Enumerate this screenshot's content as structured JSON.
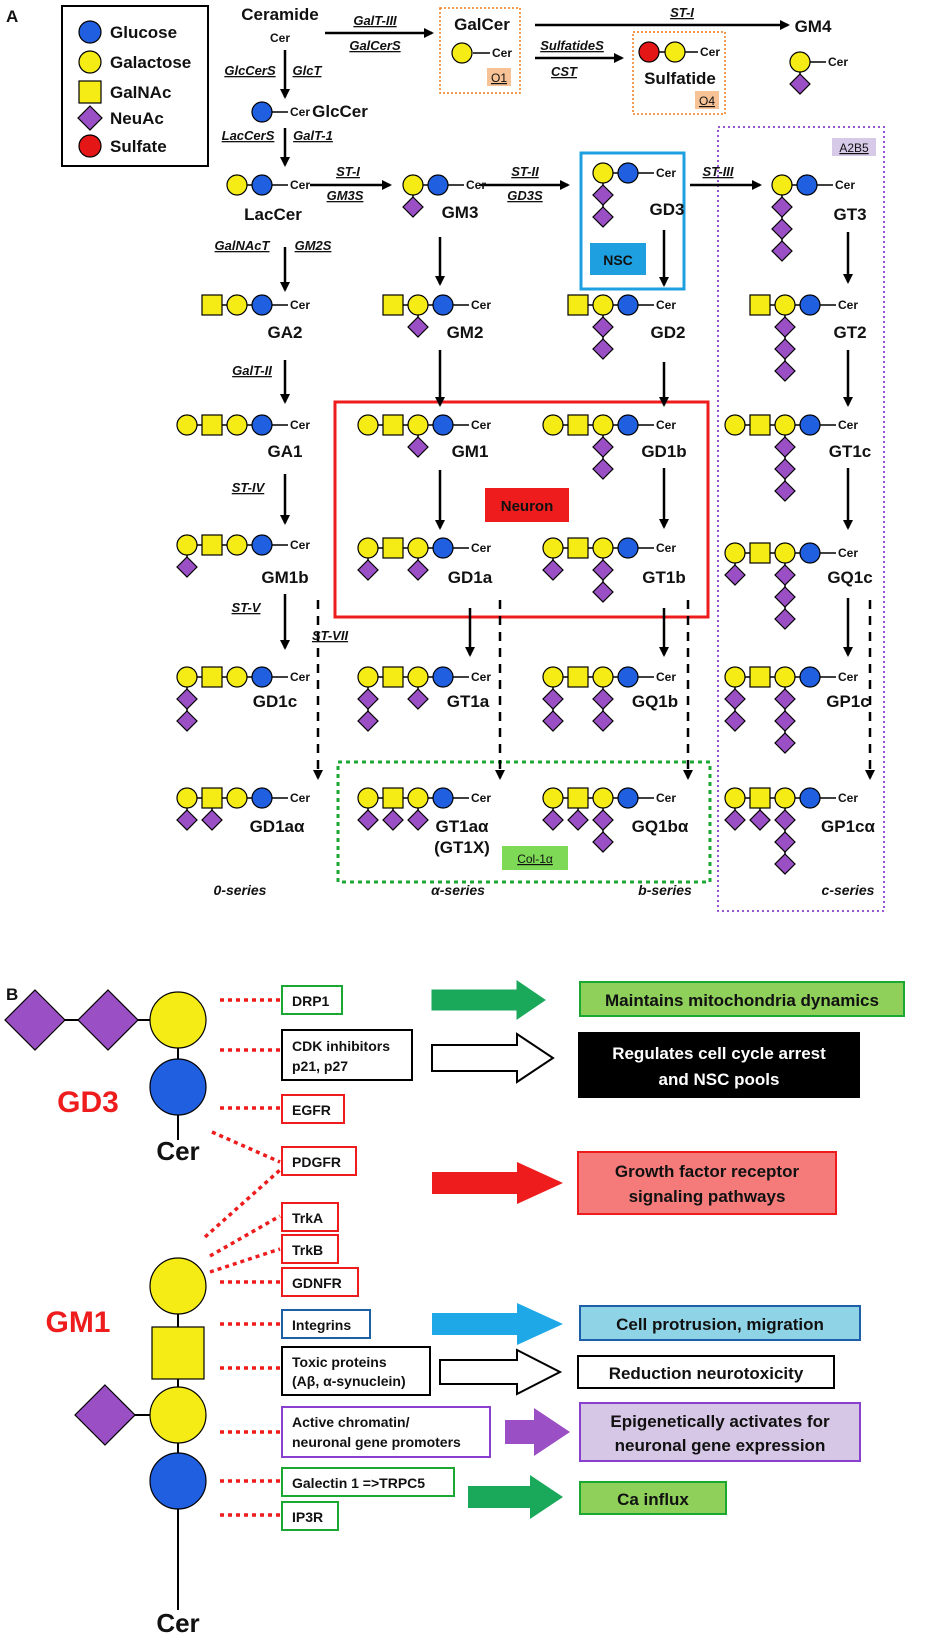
{
  "panels": {
    "a": "A",
    "b": "B"
  },
  "legend": {
    "glucose": "Glucose",
    "galactose": "Galactose",
    "galnac": "GalNAc",
    "neuac": "NeuAc",
    "sulfate": "Sulfate"
  },
  "colors": {
    "glucose": "#1f5fe0",
    "galactose": "#f5ec15",
    "galnac": "#f5ec15",
    "neuac": "#9b4fc4",
    "sulfate": "#e51616",
    "neuron": "#ee1c1c",
    "nsc": "#1ea0e0",
    "col1a": "#1aa832",
    "a2b5": "#8a3fcf"
  },
  "cer": "Cer",
  "lipids": {
    "ceramide": "Ceramide",
    "galcer": "GalCer",
    "glccer": "GlcCer",
    "laccer": "LacCer",
    "sulfatide": "Sulfatide",
    "gm4": "GM4",
    "gm3": "GM3",
    "gd3": "GD3",
    "gt3": "GT3",
    "ga2": "GA2",
    "gm2": "GM2",
    "gd2": "GD2",
    "gt2": "GT2",
    "ga1": "GA1",
    "gm1": "GM1",
    "gd1b": "GD1b",
    "gt1c": "GT1c",
    "gm1b": "GM1b",
    "gd1a": "GD1a",
    "gt1b": "GT1b",
    "gq1c": "GQ1c",
    "gd1c": "GD1c",
    "gt1a": "GT1a",
    "gq1b": "GQ1b",
    "gp1c": "GP1c",
    "gd1aa": "GD1aα",
    "gt1aa": "GT1aα",
    "gt1x": "(GT1X)",
    "gq1ba": "GQ1bα",
    "gp1ca": "GP1cα"
  },
  "enzymes": {
    "galt3": "GalT-III",
    "galcers": "GalCerS",
    "st1_top": "ST-I",
    "sulfatides": "SulfatideS",
    "cst": "CST",
    "glccers": "GlcCerS",
    "glct": "GlcT",
    "laccers": "LacCerS",
    "galt1": "GalT-1",
    "st1": "ST-I",
    "gm3s": "GM3S",
    "st2": "ST-II",
    "gd3s": "GD3S",
    "st3": "ST-III",
    "galnact": "GalNAcT",
    "gm2s": "GM2S",
    "galt2": "GalT-II",
    "st4": "ST-IV",
    "st5": "ST-V",
    "st7": "ST-VII"
  },
  "tags": {
    "o1": "O1",
    "o4": "O4",
    "a2b5": "A2B5",
    "nsc": "NSC",
    "neuron": "Neuron",
    "col1a": "Col-1α"
  },
  "series": {
    "s0": "0-series",
    "sa": "α-series",
    "sb": "b-series",
    "sc": "c-series"
  },
  "panel_b": {
    "gd3_title": "GD3",
    "gm1_title": "GM1",
    "partners": {
      "drp1": "DRP1",
      "cdk1": "CDK inhibitors",
      "cdk2": "p21, p27",
      "egfr": "EGFR",
      "pdgfr": "PDGFR",
      "trka": "TrkA",
      "trkb": "TrkB",
      "gdnfr": "GDNFR",
      "integrins": "Integrins",
      "toxic1": "Toxic proteins",
      "toxic2": "(Aβ, α-synuclein)",
      "chrom1": "Active chromatin/",
      "chrom2": "neuronal gene promoters",
      "galectin": "Galectin 1 =>TRPC5",
      "ip3r": "IP3R"
    },
    "effects": {
      "mito": "Maintains mitochondria dynamics",
      "cc1": "Regulates cell cycle arrest",
      "cc2": "and NSC pools",
      "gf1": "Growth factor receptor",
      "gf2": "signaling pathways",
      "prot": "Cell protrusion, migration",
      "neuro": "Reduction neurotoxicity",
      "epi1": "Epigenetically activates for",
      "epi2": "neuronal gene expression",
      "ca": "Ca influx"
    }
  }
}
